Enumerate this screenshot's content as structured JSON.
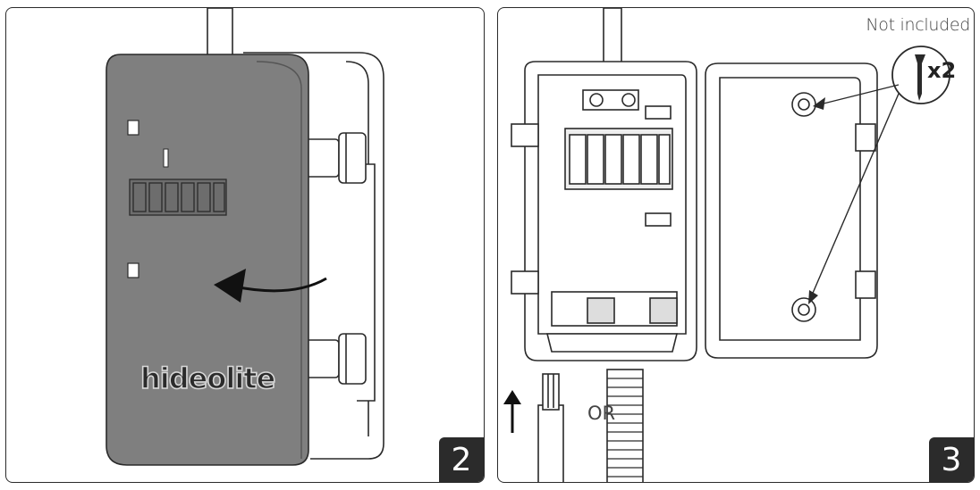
{
  "panels": {
    "left": {
      "step": "2",
      "brand": "hideolite"
    },
    "right": {
      "step": "3",
      "not_included": "Not included",
      "screw_count": "x2",
      "or_label": "OR"
    }
  }
}
